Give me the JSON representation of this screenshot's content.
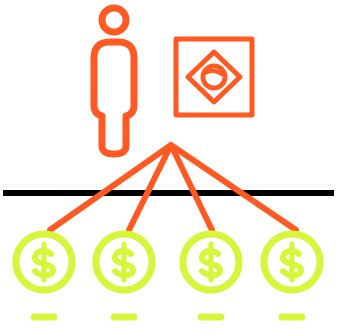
{
  "colors": {
    "accent": "#ff5a24",
    "money": "#d7f53b",
    "line": "#000000",
    "background": "#ffffff"
  },
  "icons": {
    "person": "person-icon",
    "flag": "brazil-flag-icon",
    "coin": "dollar-coin-icon"
  },
  "coins": [
    {
      "name": "dollar-coin-icon-1"
    },
    {
      "name": "dollar-coin-icon-2"
    },
    {
      "name": "dollar-coin-icon-3"
    },
    {
      "name": "dollar-coin-icon-4"
    }
  ]
}
